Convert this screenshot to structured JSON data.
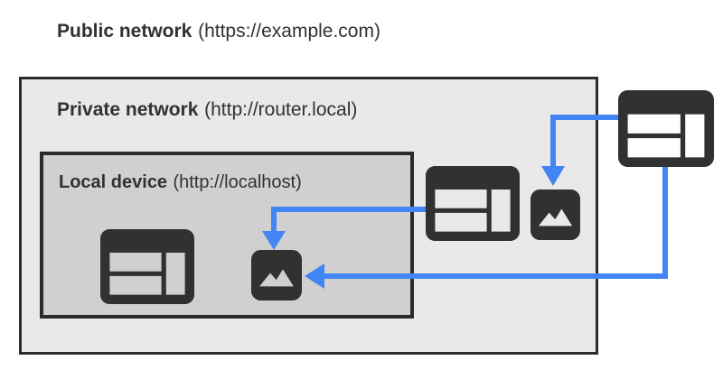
{
  "labels": {
    "public": {
      "name": "Public network",
      "url": "(https://example.com)"
    },
    "private": {
      "name": "Private network",
      "url": "(http://router.local)"
    },
    "local": {
      "name": "Local device",
      "url": "(http://localhost)"
    }
  },
  "icons": {
    "local_device": [
      "browser-window-icon",
      "image-icon"
    ],
    "private_network": [
      "browser-window-icon",
      "image-icon"
    ],
    "public_network": [
      "browser-window-icon"
    ]
  },
  "arrows": [
    {
      "from": "private-network-browser",
      "to": "local-device-image"
    },
    {
      "from": "public-network-browser",
      "to": "private-network-image"
    },
    {
      "from": "public-network-browser",
      "to": "local-device-image"
    }
  ],
  "colors": {
    "arrow_blue": "#4285f4",
    "icon_dark": "#313131",
    "border_dark": "#2b2b2b",
    "text_dark": "#303134",
    "private_fill": "#e9e9e9",
    "local_fill": "#d0d0d0",
    "canvas_bg": "#ffffff"
  }
}
